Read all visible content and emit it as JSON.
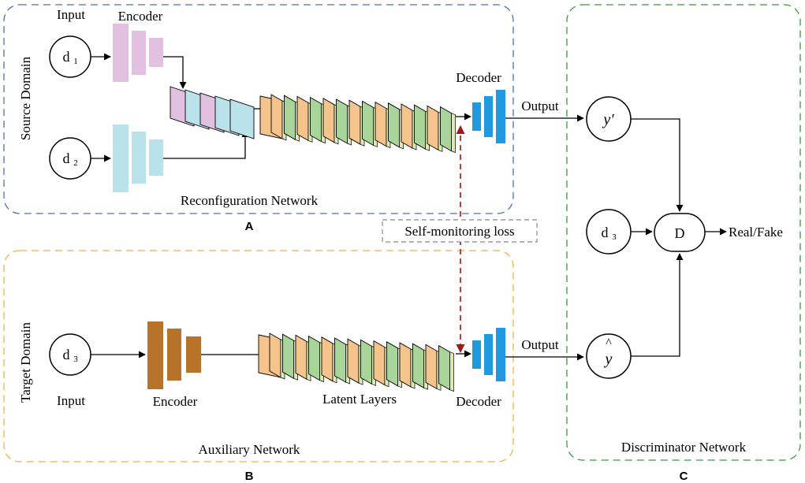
{
  "panels": {
    "source": {
      "side_label": "Source Domain",
      "input_label": "Input",
      "encoder_label": "Encoder",
      "decoder_label": "Decoder",
      "output_label": "Output",
      "network_label": "Reconfiguration Network",
      "letter": "A",
      "input_1": "d",
      "input_1_sub": "1",
      "input_2": "d",
      "input_2_sub": "2",
      "output_node": "y'",
      "border_color": "#4d6fb8"
    },
    "target": {
      "side_label": "Target Domain",
      "input_label": "Input",
      "encoder_label": "Encoder",
      "latent_label": "Latent Layers",
      "decoder_label": "Decoder",
      "output_label": "Output",
      "network_label": "Auxiliary Network",
      "letter": "B",
      "input_node": "d",
      "input_node_sub": "3",
      "output_node": "y",
      "output_hat": "^",
      "border_color": "#f0b24a"
    },
    "discriminator": {
      "network_label": "Discriminator Network",
      "letter": "C",
      "real_input": "d",
      "real_input_sub": "3",
      "d_label": "D",
      "result_label": "Real/Fake",
      "border_color": "#3a9a3a"
    }
  },
  "loss_label": "Self-monitoring loss",
  "colors": {
    "encoder_source_1": "#e2c1e0",
    "encoder_source_2": "#b9e2ea",
    "encoder_target": "#b8732a",
    "decoder": "#1f9ae0",
    "latent_orange": "#f5c48c",
    "latent_green": "#a9d49a",
    "latent_light": "#dcebb4",
    "loss_arrow": "#9b1c1c"
  }
}
